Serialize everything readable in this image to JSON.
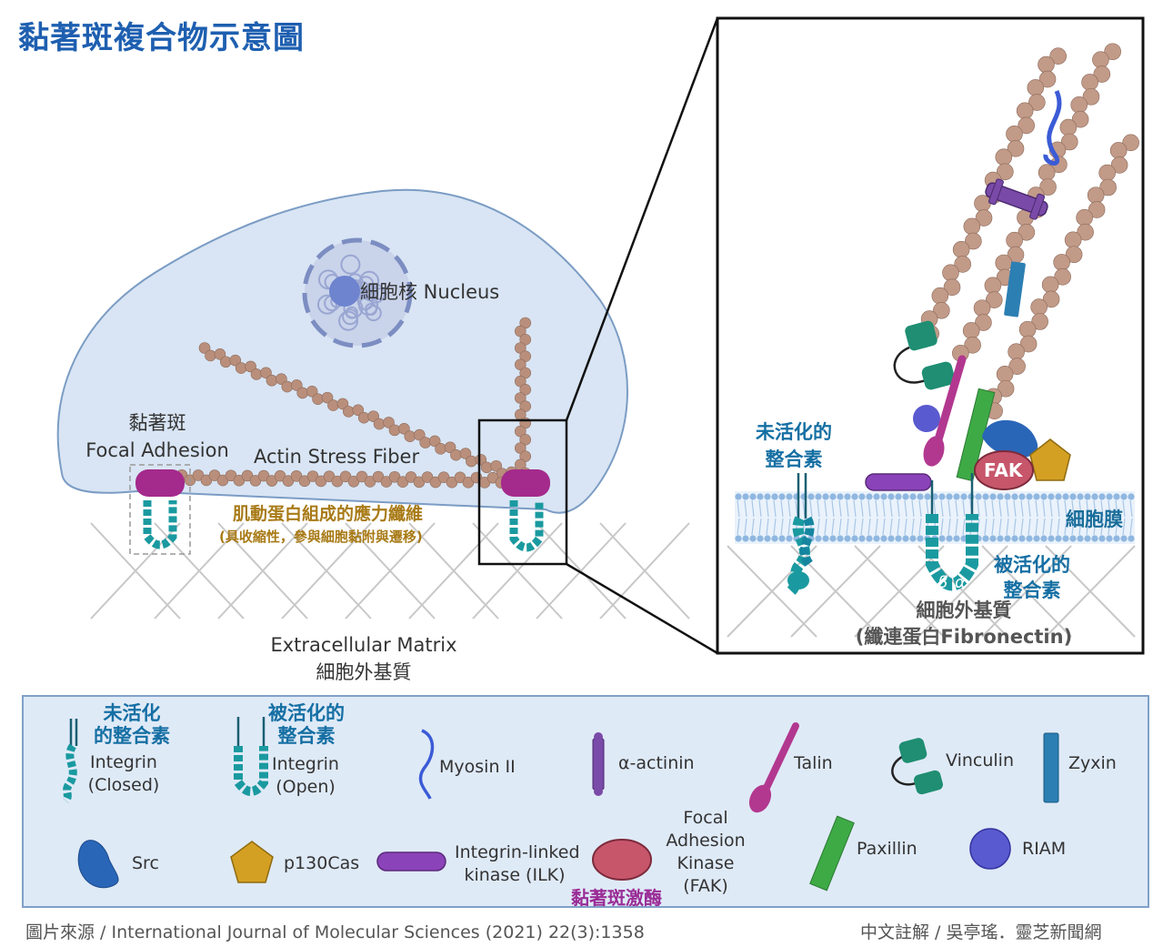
{
  "title": "黏著斑複合物示意圖",
  "colors": {
    "title_blue": "#1e5fb0",
    "cell_fill": "#d9e5f4",
    "actin": "#b98f7c",
    "focal_adhesion": "#a42a8c",
    "integrin": "#1a9aa0",
    "membrane": "#8fb7e0",
    "legend_bg": "#dfeaf7",
    "myosin": "#3b5bd6",
    "alpha_actinin": "#7a4aa8",
    "talin": "#b2388f",
    "vinculin": "#1f8e72",
    "zyxin": "#2c7fb2",
    "src": "#2a66b8",
    "p130cas": "#d4a023",
    "ilk": "#8a43b8",
    "fak": "#c7566b",
    "paxillin": "#3eaa46",
    "riam": "#5a5ad0"
  },
  "left": {
    "nucleus": "細胞核 Nucleus",
    "focal_zh": "黏著斑",
    "focal_en": "Focal Adhesion",
    "actin_en": "Actin Stress Fiber",
    "actin_zh": "肌動蛋白組成的應力纖維",
    "actin_note": "(具收縮性，參與細胞黏附與遷移)",
    "ecm_en": "Extracellular Matrix",
    "ecm_zh": "細胞外基質"
  },
  "right": {
    "inactive_1": "未活化的",
    "inactive_2": "整合素",
    "fak": "FAK",
    "membrane": "細胞膜",
    "active_1": "被活化的",
    "active_2": "整合素",
    "beta": "β",
    "alpha": "α",
    "ecm_1": "細胞外基質",
    "ecm_2": "(纖連蛋白Fibronectin)"
  },
  "legend": {
    "closed_zh1": "未活化",
    "closed_zh2": "的整合素",
    "closed_en1": "Integrin",
    "closed_en2": "(Closed)",
    "open_zh1": "被活化的",
    "open_zh2": "整合素",
    "open_en1": "Integrin",
    "open_en2": "(Open)",
    "myosin": "Myosin II",
    "actinin": "α-actinin",
    "talin": "Talin",
    "vinculin": "Vinculin",
    "zyxin": "Zyxin",
    "src": "Src",
    "p130": "p130Cas",
    "ilk1": "Integrin-linked",
    "ilk2": "kinase (ILK)",
    "fak_zh": "黏著斑激酶",
    "fak1": "Focal",
    "fak2": "Adhesion",
    "fak3": "Kinase",
    "fak4": "(FAK)",
    "paxillin": "Paxillin",
    "riam": "RIAM"
  },
  "footer": {
    "source": "圖片來源 / International Journal of Molecular Sciences (2021) 22(3):1358",
    "credit": "中文註解 / 吳亭瑤．靈芝新聞網"
  }
}
